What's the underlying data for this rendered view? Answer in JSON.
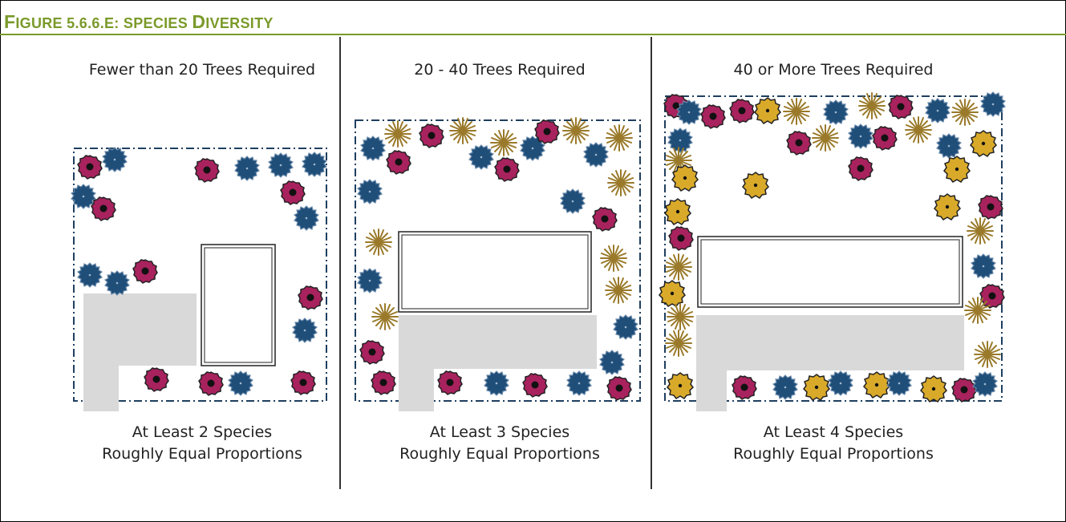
{
  "figure": {
    "title_prefix": "F",
    "title_rest": "IGURE 5.6.6.E: S",
    "title_rest2": "PECIES ",
    "title_rest3": "D",
    "title_rest4": "IVERSITY",
    "title_full": "Figure 5.6.6.E: Species Diversity"
  },
  "panels": [
    {
      "heading": "Fewer than 20 Trees Required",
      "caption_line1": "At Least 2 Species",
      "caption_line2": "Roughly Equal Proportions"
    },
    {
      "heading": "20 - 40 Trees Required",
      "caption_line1": "At Least 3 Species",
      "caption_line2": "Roughly Equal Proportions"
    },
    {
      "heading": "40 or More Trees Required",
      "caption_line1": "At Least 4 Species",
      "caption_line2": "Roughly Equal Proportions"
    }
  ],
  "colors": {
    "title_green": "#7a9a2a",
    "species_magenta": "#a8225e",
    "species_blue": "#1f4e79",
    "species_gold_star": "#9a7a2a",
    "species_yellow": "#d9aa2a",
    "pavement_gray": "#d9d9d9",
    "lot_line": "#1f3f5f"
  },
  "icons": [
    "magenta-tree-icon",
    "blue-tree-icon",
    "starburst-tree-icon",
    "yellow-tree-icon"
  ]
}
